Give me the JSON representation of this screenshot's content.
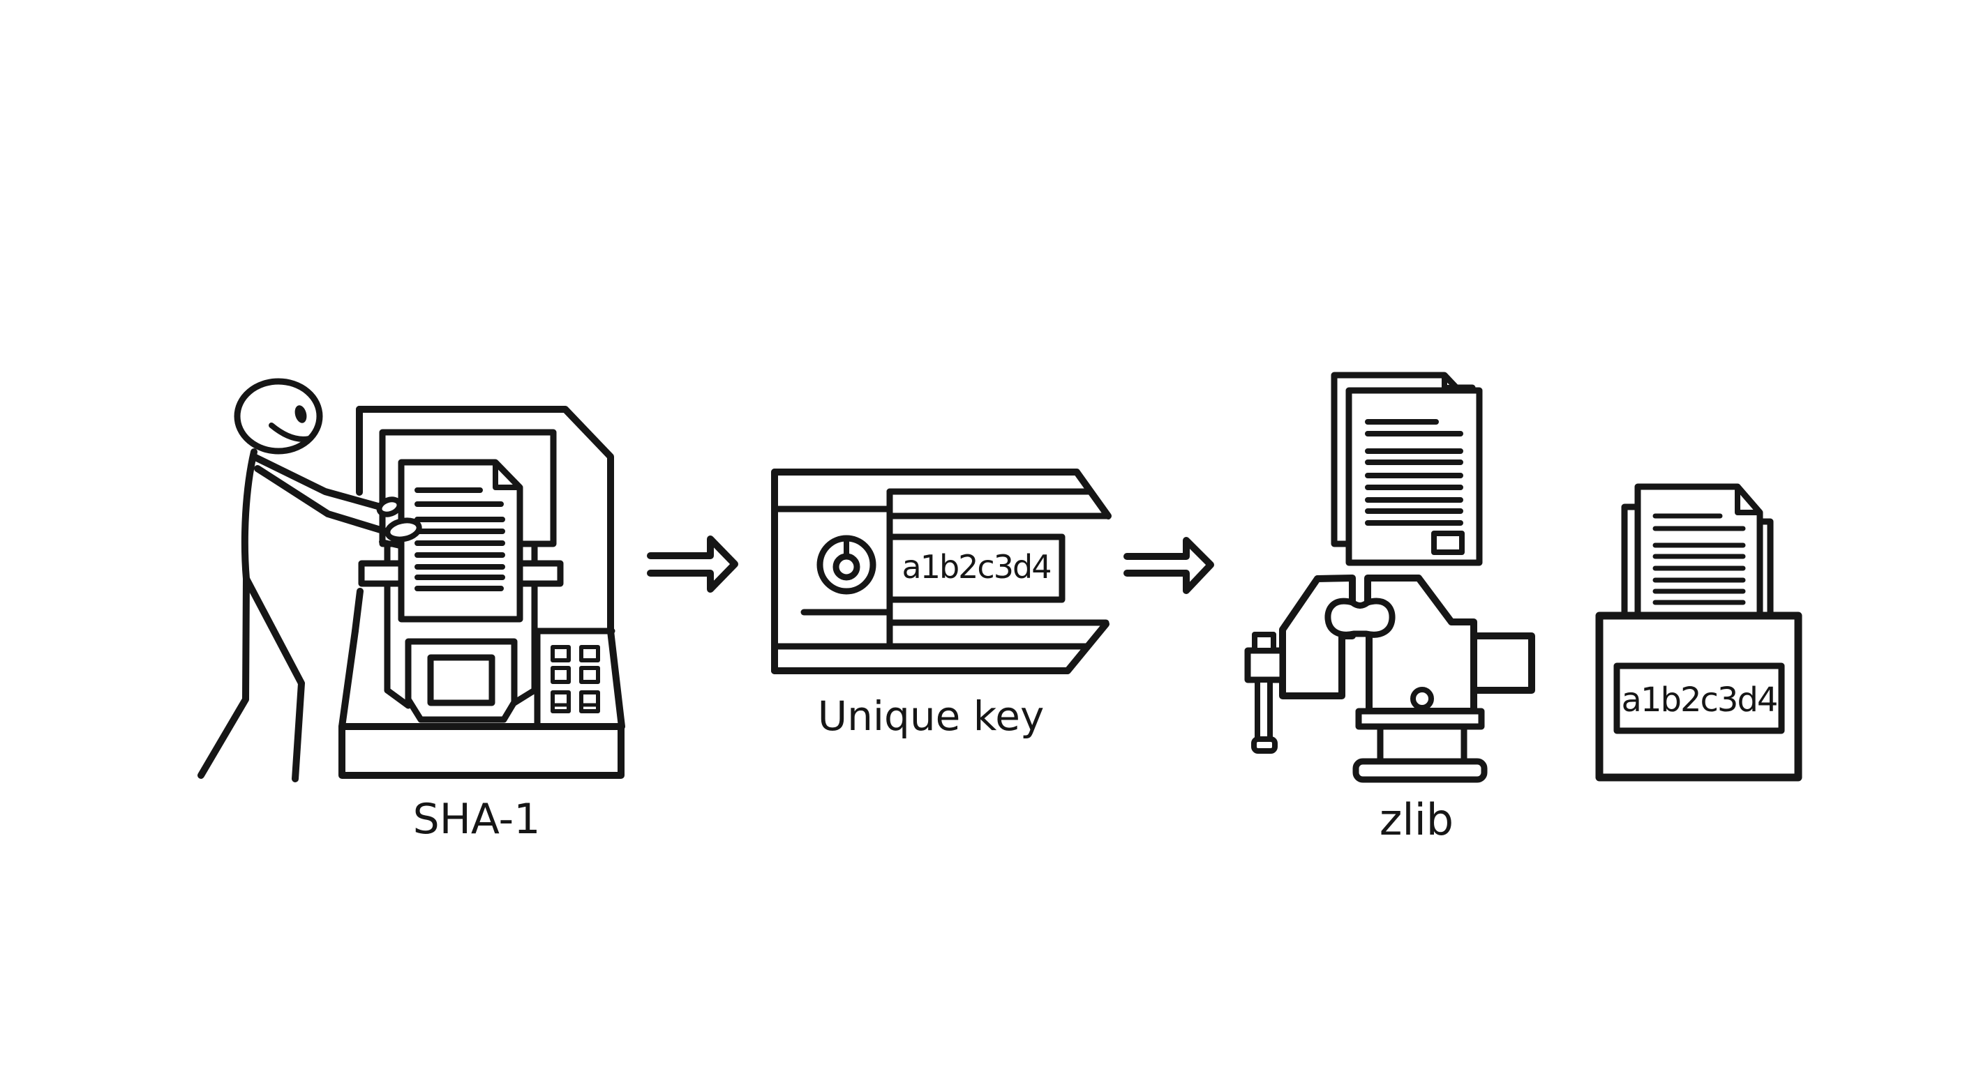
{
  "colors": {
    "ink": "#161616",
    "background": "#ffffff"
  },
  "stages": {
    "hash": {
      "label": "SHA-1"
    },
    "key": {
      "label": "Unique key",
      "hash_value": "a1b2c3d4"
    },
    "compress": {
      "label": "zlib"
    },
    "store": {
      "hash_value": "a1b2c3d4"
    }
  }
}
